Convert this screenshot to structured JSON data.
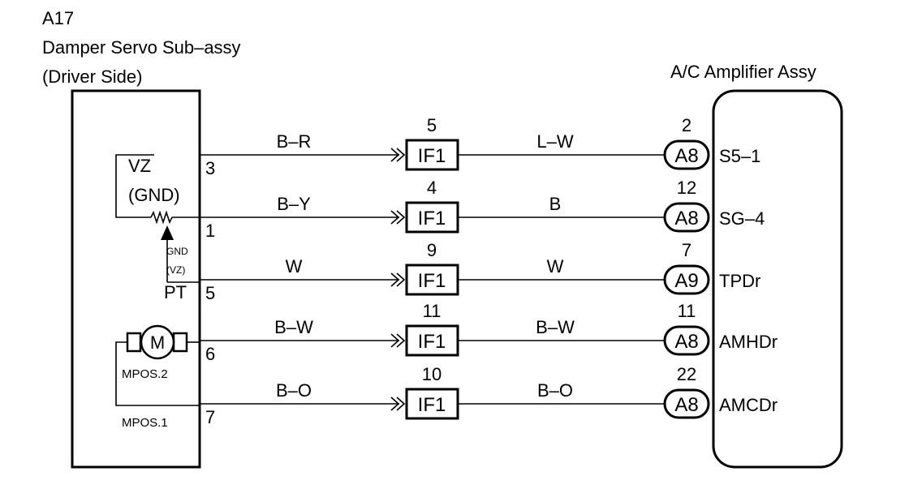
{
  "component_left": {
    "code": "A17",
    "name": "Damper Servo Sub–assy",
    "side": "(Driver Side)",
    "labels": {
      "vz": "VZ",
      "gnd": "(GND)",
      "gnd_small": "GND",
      "vz_small": "(VZ)",
      "pt": "PT",
      "motor": "M",
      "mpos2": "MPOS.2",
      "mpos1": "MPOS.1"
    }
  },
  "component_right": {
    "name": "A/C Amplifier Assy"
  },
  "circuits": [
    {
      "left_pin": "3",
      "left_wire": "B–R",
      "junction": "IF1",
      "junction_pin": "5",
      "right_wire": "L–W",
      "connector": "A8",
      "connector_pin": "2",
      "terminal": "S5–1"
    },
    {
      "left_pin": "1",
      "left_wire": "B–Y",
      "junction": "IF1",
      "junction_pin": "4",
      "right_wire": "B",
      "connector": "A8",
      "connector_pin": "12",
      "terminal": "SG–4"
    },
    {
      "left_pin": "5",
      "left_wire": "W",
      "junction": "IF1",
      "junction_pin": "9",
      "right_wire": "W",
      "connector": "A9",
      "connector_pin": "7",
      "terminal": "TPDr"
    },
    {
      "left_pin": "6",
      "left_wire": "B–W",
      "junction": "IF1",
      "junction_pin": "11",
      "right_wire": "B–W",
      "connector": "A8",
      "connector_pin": "11",
      "terminal": "AMHDr"
    },
    {
      "left_pin": "7",
      "left_wire": "B–O",
      "junction": "IF1",
      "junction_pin": "10",
      "right_wire": "B–O",
      "connector": "A8",
      "connector_pin": "22",
      "terminal": "AMCDr"
    }
  ]
}
